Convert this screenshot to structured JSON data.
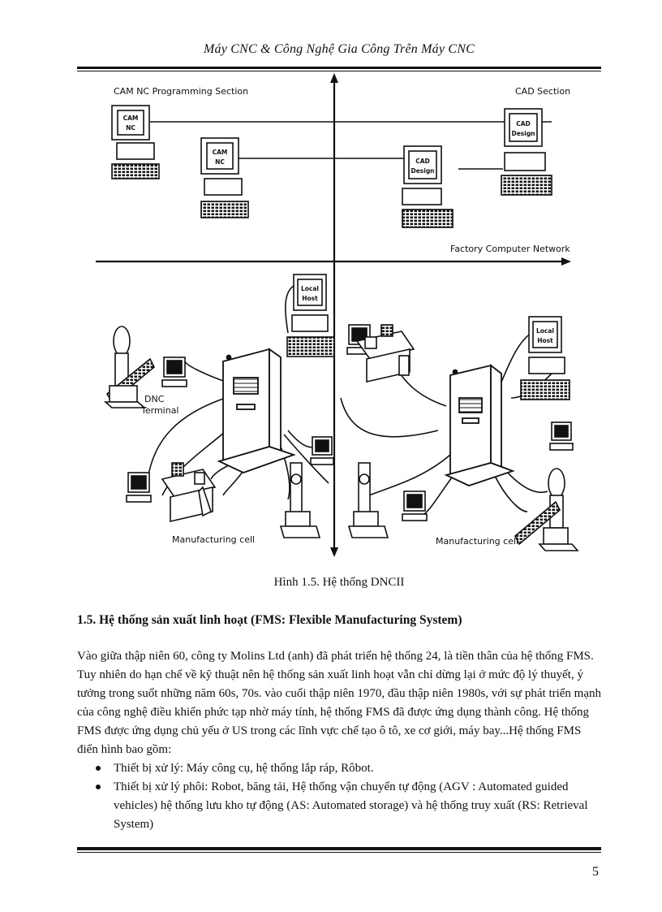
{
  "header": {
    "title": "Máy CNC & Công Nghệ Gia Công Trên Máy CNC"
  },
  "figure": {
    "labels": {
      "cam_section": "CAM NC Programming Section",
      "cad_section": "CAD Section",
      "network": "Factory Computer Network",
      "dnc_terminal_1": "DNC",
      "dnc_terminal_2": "Terminal",
      "mfg_cell_left": "Manufacturing cell",
      "mfg_cell_right": "Manufacturing cell"
    },
    "screens": {
      "cam_1a": "CAM",
      "cam_1b": "NC",
      "cam_2a": "CAM",
      "cam_2b": "NC",
      "cad_1a": "CAD",
      "cad_1b": "Design",
      "cad_2a": "CAD",
      "cad_2b": "Design",
      "host_l_a": "Local",
      "host_l_b": "Host",
      "host_r_a": "Local",
      "host_r_b": "Host"
    },
    "caption": "Hình 1.5. Hệ thống DNCII"
  },
  "section": {
    "heading": "1.5. Hệ thống sản xuất linh hoạt (FMS: Flexible Manufacturing System)",
    "paragraph": "Vào giữa thập niên 60, công ty Molins Ltd (anh) đã phát triển hệ thống 24, là tiền thân của hệ thống FMS. Tuy nhiên do hạn chế về kỹ thuật nên hệ thống sản xuất linh hoạt vẫn chỉ dừng lại ở mức độ lý thuyết, ý tưởng trong suốt những năm 60s, 70s. vào cuối thập niên 1970, đầu thập niên 1980s, với sự phát triển mạnh của công nghệ điều khiển phức tạp nhờ máy tính, hệ thống FMS đã được ứng dụng thành công. Hệ thống FMS được ứng dụng chủ yếu ở US trong các lĩnh vực chế tạo ô tô, xe cơ giới, máy bay...Hệ thống FMS điển hình bao gồm:",
    "bullets": [
      "Thiết bị xử lý: Máy công cụ, hệ thống lắp ráp, Rôbot.",
      "Thiết bị xử lý phôi: Robot, băng tải, Hệ thống vận chuyển tự động (AGV : Automated guided vehicles) hệ thống lưu kho tự động (AS: Automated storage) và hệ thống truy xuất (RS: Retrieval System)"
    ]
  },
  "footer": {
    "page_number": "5"
  }
}
